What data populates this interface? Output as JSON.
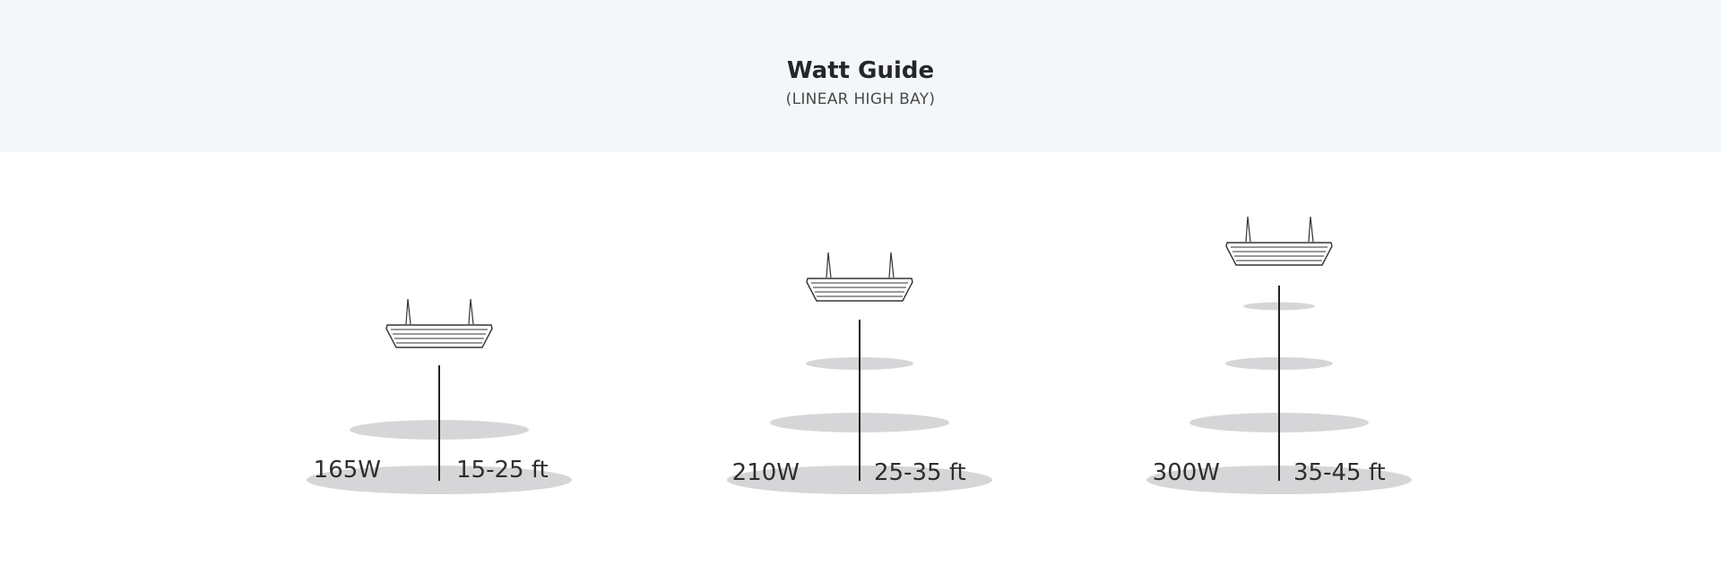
{
  "header": {
    "title": "Watt Guide",
    "subtitle": "(LINEAR HIGH BAY)"
  },
  "colors": {
    "header_bg": "#f4f7f9",
    "ellipse": "#d6d6d8",
    "line": "#222222"
  },
  "icons": [
    "linear-high-bay-fixture-icon"
  ],
  "units": [
    {
      "watt": "165W",
      "range": "15-25 ft",
      "fixture_level": 1,
      "ellipse_count": 2
    },
    {
      "watt": "210W",
      "range": "25-35 ft",
      "fixture_level": 2,
      "ellipse_count": 3
    },
    {
      "watt": "300W",
      "range": "35-45 ft",
      "fixture_level": 3,
      "ellipse_count": 4
    }
  ]
}
